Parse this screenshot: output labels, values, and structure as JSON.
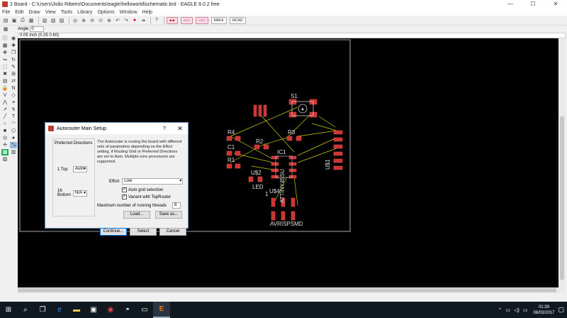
{
  "window": {
    "title": "2 Board - C:\\Users\\João Ribeiro\\Documents\\eagle\\helloworld\\schematic.brd - EAGLE 8.0.2 free",
    "minimize": "—",
    "maximize": "☐",
    "close": "✕"
  },
  "menu": [
    "File",
    "Edit",
    "Draw",
    "View",
    "Tools",
    "Library",
    "Options",
    "Window",
    "Help"
  ],
  "toolbar": {
    "ext_buttons": [
      "MAKE",
      "MCAD"
    ]
  },
  "params": {
    "angle_label": "Angle",
    "angle_value": "0"
  },
  "coords": "0.05 inch (0.25 0.60)",
  "pcb": {
    "labels": [
      "S1",
      "R4",
      "R3",
      "R2",
      "C1",
      "R1",
      "IC1",
      "ATTINY45SU",
      "U$2",
      "LED",
      "U$1",
      "1",
      "U$4",
      "AVRISPSMD"
    ]
  },
  "dialog": {
    "title": "Autorouter Main Setup",
    "help": "?",
    "close": "✕",
    "group_title": "Preferred Directions",
    "layers": [
      {
        "num": "1",
        "name": "Top",
        "dir": "Auto"
      },
      {
        "num": "16",
        "name": "Bottom",
        "dir": "N/A"
      }
    ],
    "description": "The Autorouter is routing the board with different sets of parameters depending on the Effort setting, if Routing Grid or Preferred Directions are set to Auto. Multiple-core processors are supported.",
    "effort_label": "Effort",
    "effort_value": "Low",
    "auto_grid": "Auto grid selection",
    "variant": "Variant with TopRouter",
    "threads_label": "Maximum number of running threads",
    "threads_value": "8",
    "load": "Load...",
    "save_as": "Save as...",
    "continue": "Continue...",
    "select": "Select",
    "cancel": "Cancel"
  },
  "taskbar": {
    "search_icon": "⌕",
    "clock_time": "01:39",
    "clock_date": "08/03/2017"
  }
}
